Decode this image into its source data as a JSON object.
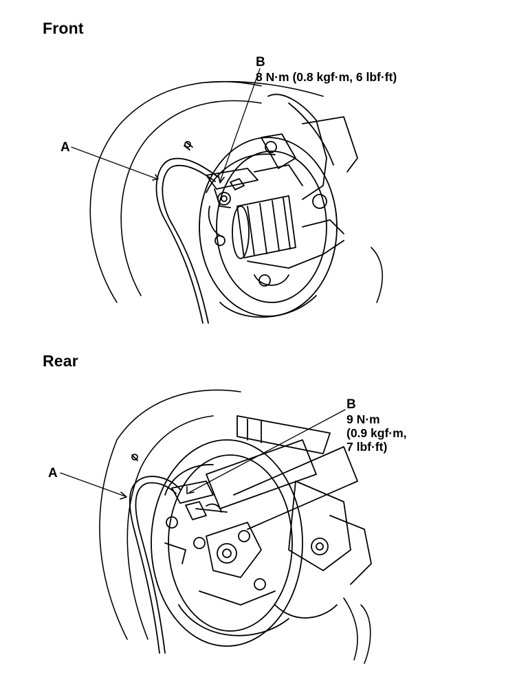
{
  "front": {
    "heading": "Front",
    "label_a": "A",
    "label_b": "B",
    "torque": "8 N·m (0.8 kgf·m, 6 lbf·ft)"
  },
  "rear": {
    "heading": "Rear",
    "label_a": "A",
    "label_b": "B",
    "torque_lines": [
      "9 N·m",
      "(0.9 kgf·m,",
      "7 lbf·ft)"
    ]
  }
}
